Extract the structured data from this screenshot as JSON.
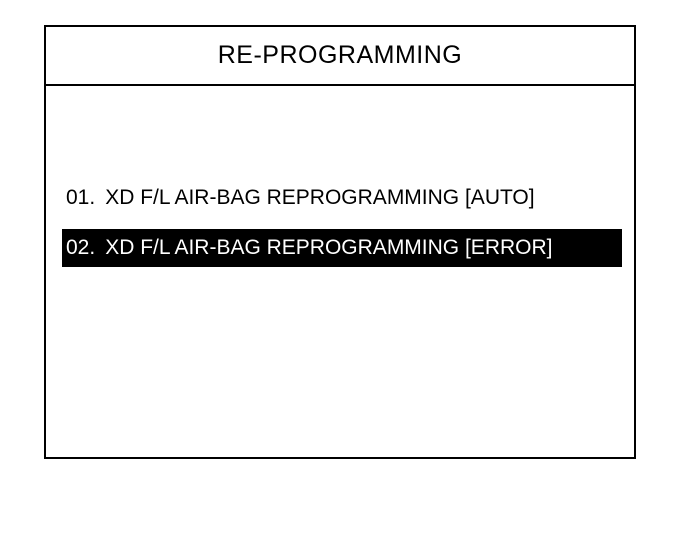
{
  "screen": {
    "title": "RE-PROGRAMMING"
  },
  "menu": {
    "items": [
      {
        "number": "01.",
        "label": "XD F/L AIR-BAG REPROGRAMMING [AUTO]"
      },
      {
        "number": "02.",
        "label": "XD F/L AIR-BAG REPROGRAMMING [ERROR]"
      }
    ],
    "selected_index": 1
  },
  "colors": {
    "border": "#000000",
    "highlight_bg": "#000000",
    "highlight_text": "#ffffff",
    "background": "#ffffff"
  }
}
